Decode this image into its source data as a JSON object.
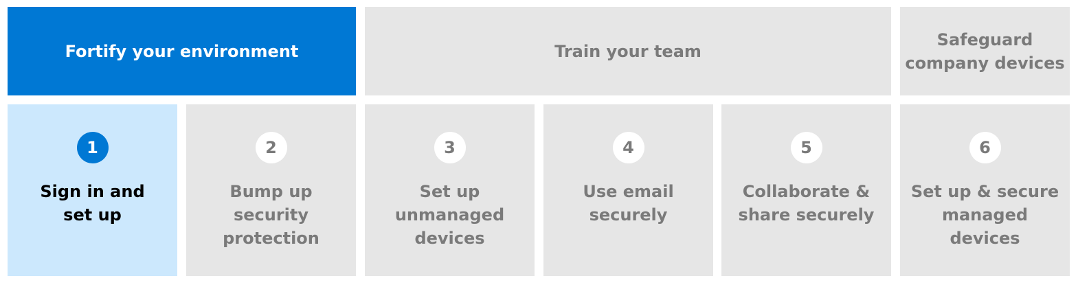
{
  "phases": [
    {
      "label": "Fortify your environment",
      "active": true
    },
    {
      "label": "Train your team",
      "active": false
    },
    {
      "label": "Safeguard\ncompany devices",
      "active": false
    }
  ],
  "steps": [
    {
      "number": "1",
      "title": "Sign in and\nset up",
      "active": true
    },
    {
      "number": "2",
      "title": "Bump up\nsecurity\nprotection",
      "active": false
    },
    {
      "number": "3",
      "title": "Set up\nunmanaged\ndevices",
      "active": false
    },
    {
      "number": "4",
      "title": "Use email\nsecurely",
      "active": false
    },
    {
      "number": "5",
      "title": "Collaborate &\nshare securely",
      "active": false
    },
    {
      "number": "6",
      "title": "Set up & secure\nmanaged\ndevices",
      "active": false
    }
  ],
  "colors": {
    "accent": "#0078d4",
    "active_step_bg": "#cce8fd",
    "inactive_bg": "#e6e6e6",
    "inactive_text": "#7a7a7a"
  }
}
